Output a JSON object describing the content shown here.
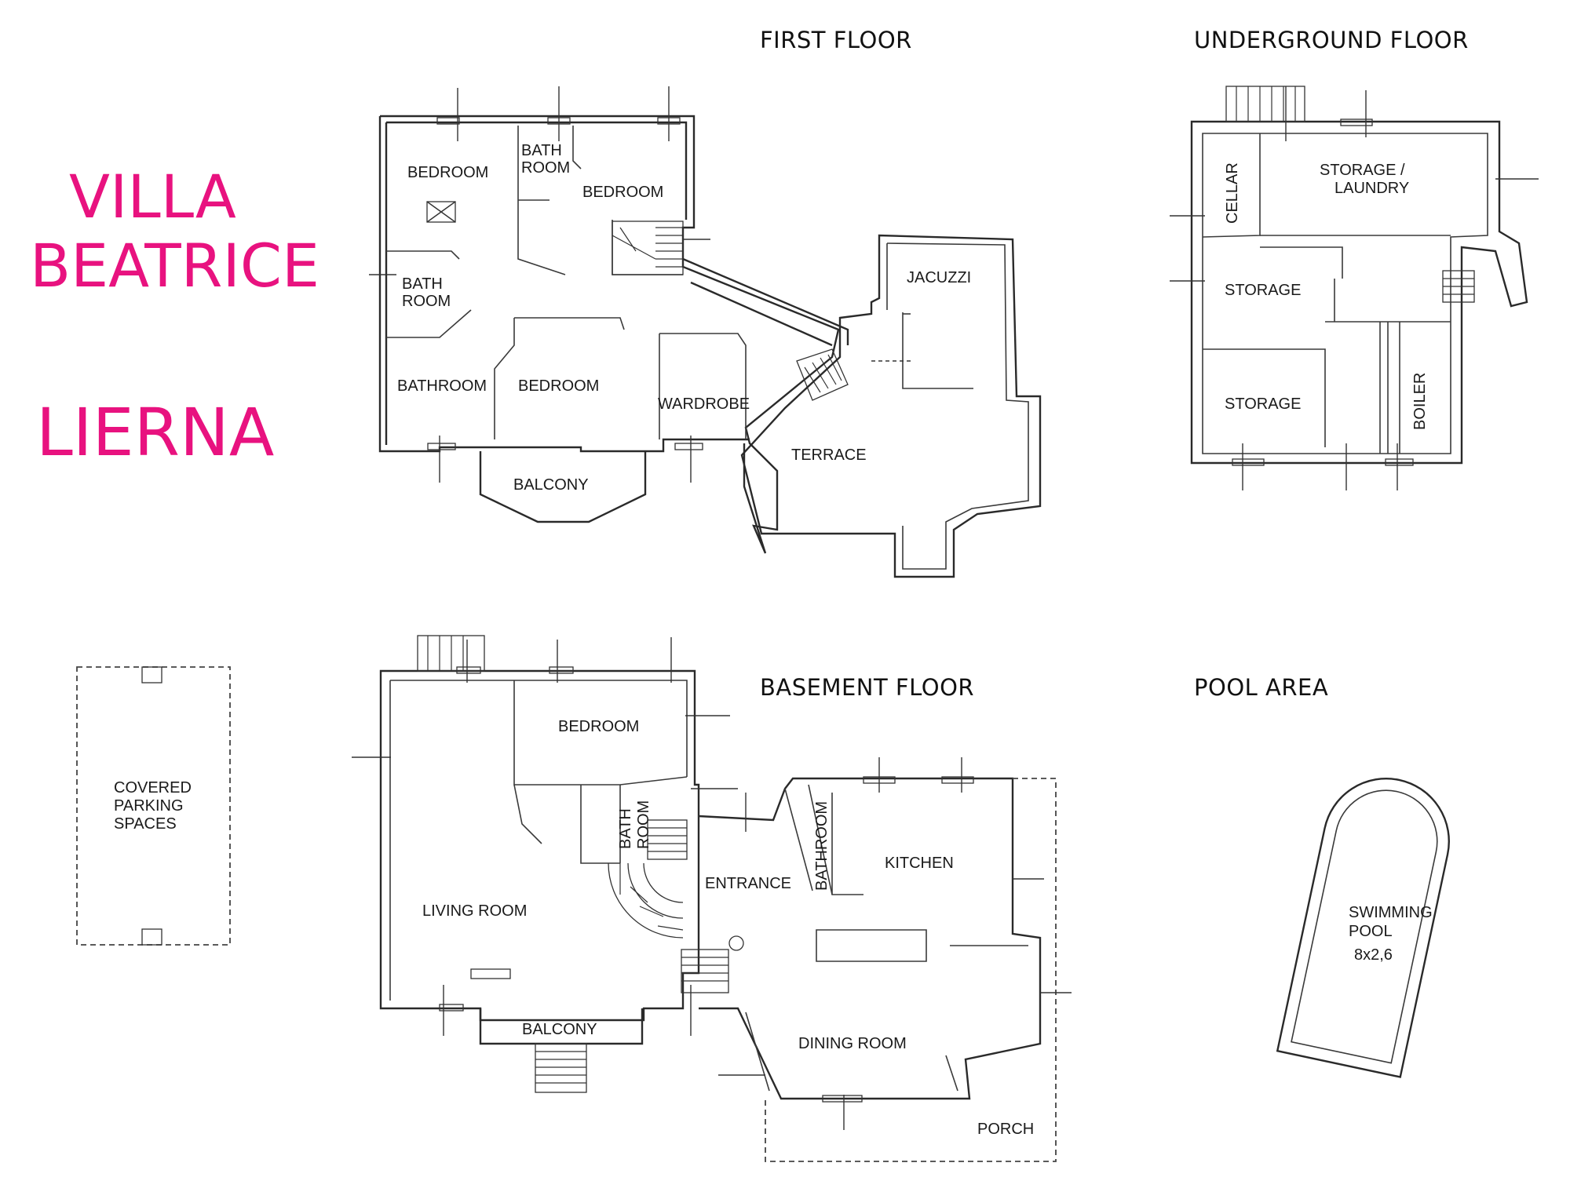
{
  "brand": {
    "name_line1": "VILLA",
    "name_line2": "BEATRICE",
    "location": "LIERNA",
    "color": "#e8127f"
  },
  "floors": {
    "first": {
      "title": "FIRST FLOOR",
      "rooms": {
        "bedroom_nw": "BEDROOM",
        "bath_top_1": "BATH",
        "bath_top_2": "ROOM",
        "bedroom_ne": "BEDROOM",
        "bath_left_1": "BATH",
        "bath_left_2": "ROOM",
        "bathroom": "BATHROOM",
        "bedroom_s": "BEDROOM",
        "wardrobe": "WARDROBE",
        "balcony": "BALCONY",
        "jacuzzi": "JACUZZI",
        "terrace": "TERRACE"
      }
    },
    "underground": {
      "title": "UNDERGROUND FLOOR",
      "rooms": {
        "storage_laundry_1": "STORAGE /",
        "storage_laundry_2": "LAUNDRY",
        "cellar": "CELLAR",
        "storage_1": "STORAGE",
        "storage_2": "STORAGE",
        "boiler": "BOILER"
      }
    },
    "basement": {
      "title": "BASEMENT FLOOR",
      "rooms": {
        "bedroom": "BEDROOM",
        "bath_1": "BATH",
        "bath_2": "ROOM",
        "living_room": "LIVING ROOM",
        "entrance": "ENTRANCE",
        "bathroom": "BATHROOM",
        "kitchen": "KITCHEN",
        "balcony": "BALCONY",
        "dining_room": "DINING ROOM",
        "porch": "PORCH"
      }
    },
    "pool": {
      "title": "POOL AREA",
      "label_1": "SWIMMING",
      "label_2": "POOL",
      "size": "8x2,6"
    },
    "parking": {
      "label_1": "COVERED",
      "label_2": "PARKING",
      "label_3": "SPACES"
    }
  }
}
